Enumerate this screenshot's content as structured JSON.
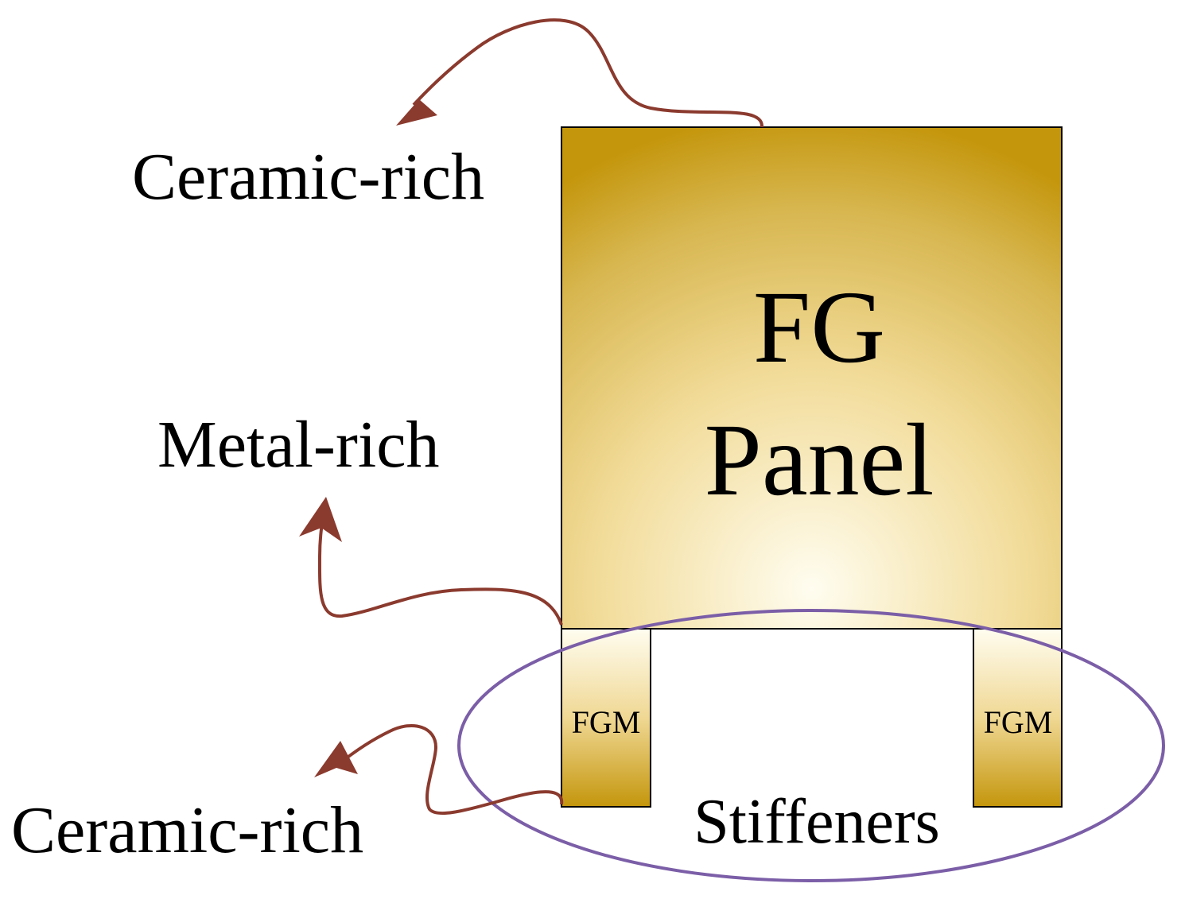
{
  "labels": {
    "ceramic_rich_top": "Ceramic-rich",
    "metal_rich": "Metal-rich",
    "ceramic_rich_bottom": "Ceramic-rich",
    "panel_line1": "FG",
    "panel_line2": "Panel",
    "stiffener_left": "FGM",
    "stiffener_right": "FGM",
    "stiffeners": "Stiffeners"
  },
  "colors": {
    "gold_dark": "#c4960c",
    "gold_mid": "#dcbb5a",
    "cream_light": "#fffdf0",
    "arrow": "#8b3a2e",
    "ellipse": "#7b5ea7",
    "outline": "#000000"
  },
  "icons": {
    "arrow_to_ceramic_top": "curved-arrow-icon",
    "arrow_to_metal": "curved-arrow-icon",
    "arrow_to_ceramic_bottom": "curved-arrow-icon"
  }
}
